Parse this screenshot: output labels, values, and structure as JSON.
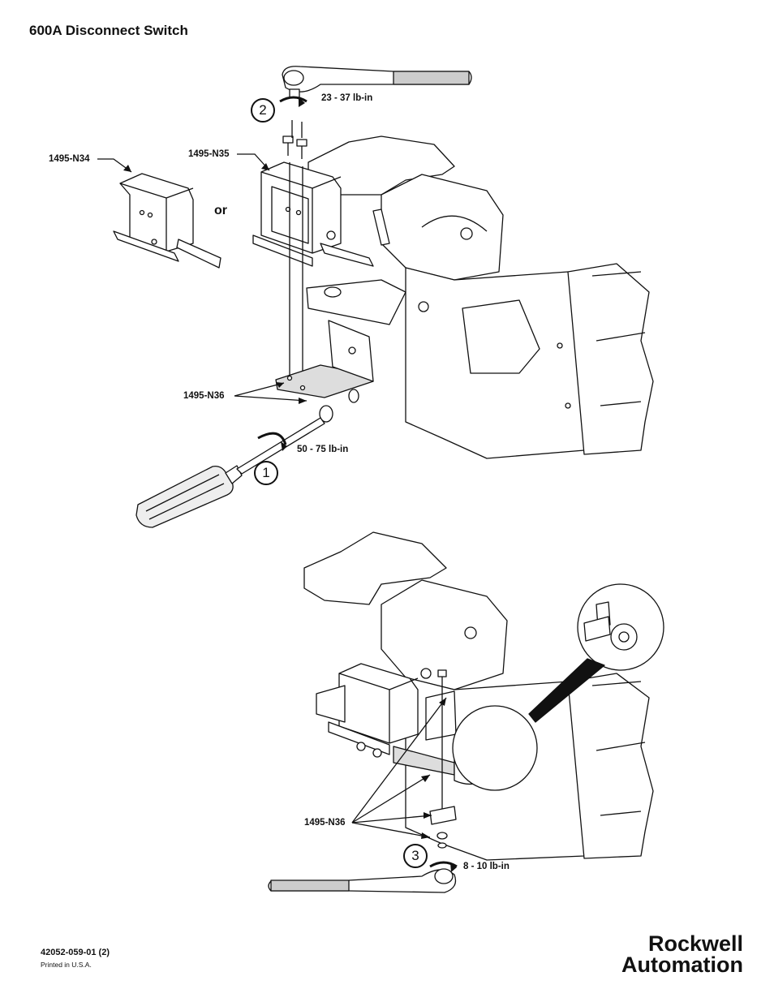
{
  "document": {
    "title": "600A Disconnect Switch",
    "or_label": "or",
    "footer": {
      "doc_number": "42052-059-01 (2)",
      "printed": "Printed in U.S.A."
    },
    "logo": {
      "line1": "Rockwell",
      "line2": "Automation"
    }
  },
  "parts": {
    "n34": "1495-N34",
    "n35": "1495-N35",
    "n36_top": "1495-N36",
    "n36_bottom": "1495-N36"
  },
  "torque": {
    "step2": "23 - 37 lb-in",
    "step1": "50 - 75 lb-in",
    "step3": "8 - 10 lb-in"
  },
  "steps": {
    "one": "1",
    "two": "2",
    "three": "3"
  }
}
